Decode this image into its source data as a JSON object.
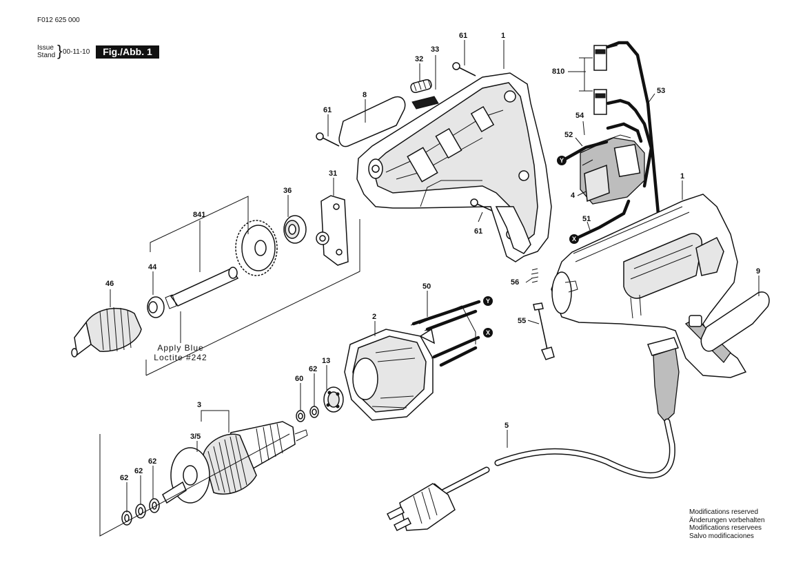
{
  "header": {
    "doc_number": "F012 625 000",
    "issue_label": "Issue",
    "stand_label": "Stand",
    "issue_date": "00-11-10",
    "figure_label": "Fig./Abb. 1"
  },
  "labels": {
    "p1_top": "1",
    "p1_right": "1",
    "p2": "2",
    "p3": "3",
    "p3_5": "3/5",
    "p4": "4",
    "p5": "5",
    "p8": "8",
    "p9": "9",
    "p13": "13",
    "p31": "31",
    "p32": "32",
    "p33": "33",
    "p36": "36",
    "p44": "44",
    "p46": "46",
    "p50": "50",
    "p51": "51",
    "p52": "52",
    "p53": "53",
    "p54": "54",
    "p55": "55",
    "p56": "56",
    "p60": "60",
    "p61_top": "61",
    "p61_left": "61",
    "p61_mid": "61",
    "p62_a": "62",
    "p62_b": "62",
    "p62_c": "62",
    "p62_d": "62",
    "p810": "810",
    "p841": "841"
  },
  "markers": {
    "y_top": "Y",
    "y_right": "Y",
    "x_left": "X",
    "x_right": "X"
  },
  "note": {
    "line1": "Apply Blue",
    "line2": "Loctite #242"
  },
  "modifications": [
    "Modifications reserved",
    "Änderungen vorbehalten",
    "Modifications reservees",
    "Salvo modificaciones"
  ],
  "icons": {
    "drill-housing-half": "part-1-housing",
    "assembled-drill": "assembled-drill",
    "drill-chuck": "part-46-chuck",
    "armature": "part-3-armature",
    "field-stator": "part-2-field",
    "switch": "part-4-switch",
    "power-plug": "part-5-plug"
  }
}
